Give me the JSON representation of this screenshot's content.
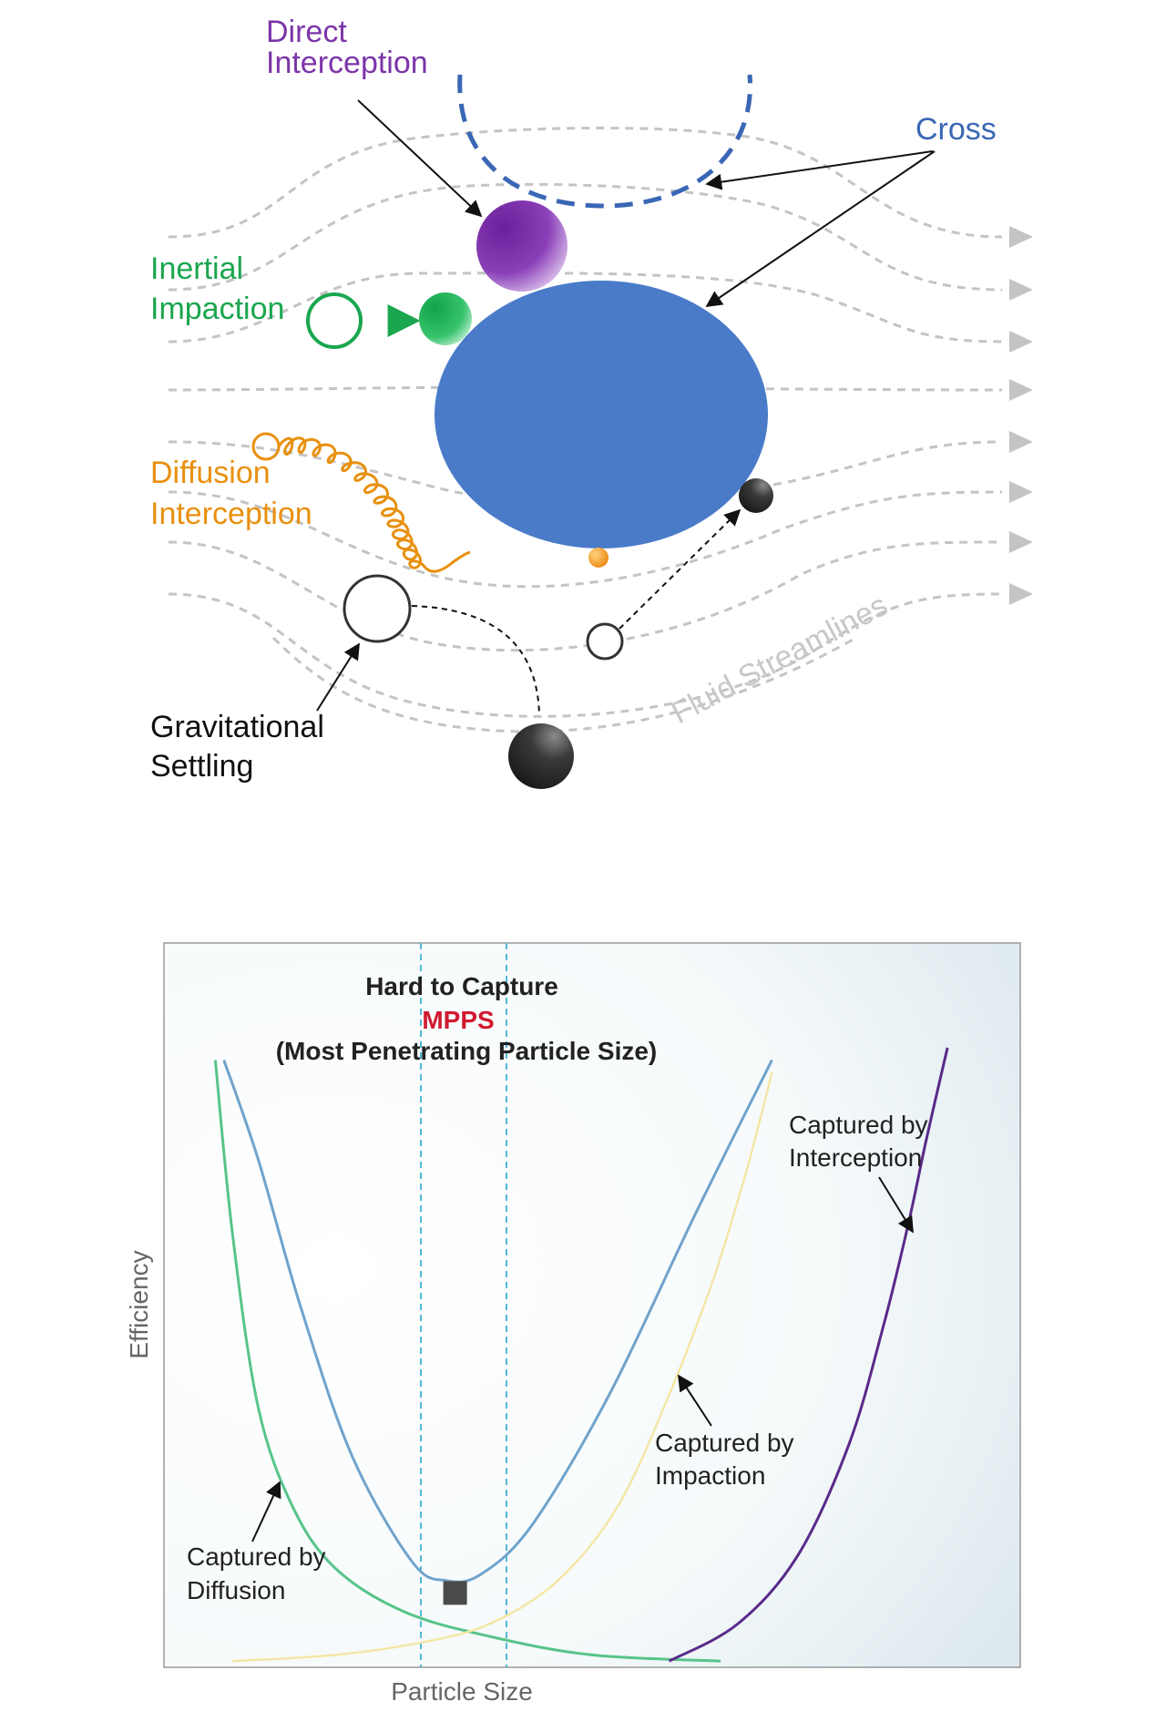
{
  "diagram": {
    "labels": {
      "direct_interception": [
        "Direct",
        "Interception"
      ],
      "cross": "Cross",
      "inertial_impaction": [
        "Inertial",
        "Impaction"
      ],
      "diffusion_interception": [
        "Diffusion",
        "Interception"
      ],
      "gravitational_settling": [
        "Gravitational",
        "Settling"
      ],
      "fluid_streamlines": "Fluid Streamlines"
    },
    "colors": {
      "fiber": "#4a7bc8",
      "direct": "#7b35a8",
      "inertial": "#1aa64f",
      "diffusion": "#e8900f",
      "cross": "#3a67b5",
      "streamline": "#c4c4c4",
      "particle_dark": "#2a2a2a"
    }
  },
  "chart": {
    "annotations": {
      "hard_to_capture": "Hard to Capture",
      "mpps": "MPPS",
      "mpps_full": "(Most Penetrating Particle Size)",
      "interception": [
        "Captured by",
        "Interception"
      ],
      "impaction": [
        "Captured by",
        "Impaction"
      ],
      "diffusion": [
        "Captured by",
        "Diffusion"
      ]
    },
    "xlabel": "Particle Size",
    "ylabel": "Efficiency",
    "colors": {
      "total": "#6fa3cc",
      "diffusion": "#58c48a",
      "impaction": "#f3e7a6",
      "interception": "#5a2a8a",
      "mpps": "#d0192f",
      "guide": "#52b8d6"
    }
  },
  "chart_data": {
    "type": "line",
    "title": "",
    "xlabel": "Particle Size",
    "ylabel": "Efficiency",
    "xlim": [
      0,
      1
    ],
    "ylim": [
      0,
      1
    ],
    "grid": false,
    "legend": "none",
    "series": [
      {
        "key": "total",
        "x": [
          0.07,
          0.11,
          0.16,
          0.22,
          0.29,
          0.33,
          0.37,
          0.43,
          0.52,
          0.62,
          0.71
        ],
        "values": [
          0.98,
          0.82,
          0.58,
          0.34,
          0.17,
          0.14,
          0.15,
          0.23,
          0.44,
          0.73,
          0.98
        ]
      },
      {
        "key": "diffusion",
        "x": [
          0.06,
          0.08,
          0.11,
          0.15,
          0.2,
          0.28,
          0.38,
          0.5,
          0.65
        ],
        "values": [
          0.98,
          0.7,
          0.42,
          0.26,
          0.16,
          0.09,
          0.05,
          0.02,
          0.01
        ]
      },
      {
        "key": "impaction",
        "x": [
          0.08,
          0.2,
          0.3,
          0.38,
          0.46,
          0.53,
          0.59,
          0.64,
          0.68,
          0.71
        ],
        "values": [
          0.01,
          0.02,
          0.04,
          0.07,
          0.14,
          0.26,
          0.44,
          0.62,
          0.8,
          0.96
        ]
      },
      {
        "key": "interception",
        "x": [
          0.59,
          0.67,
          0.74,
          0.8,
          0.84,
          0.87,
          0.89,
          0.915
        ],
        "values": [
          0.01,
          0.07,
          0.18,
          0.36,
          0.55,
          0.72,
          0.85,
          1.0
        ]
      }
    ],
    "mpps": {
      "x": 0.34,
      "y": 0.12,
      "range": [
        0.3,
        0.4
      ]
    }
  }
}
